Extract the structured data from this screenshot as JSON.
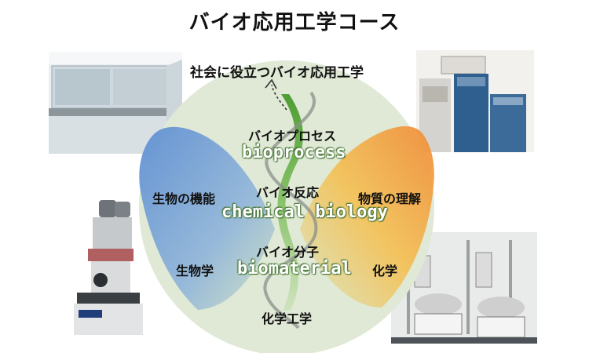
{
  "title": "バイオ応用工学コース",
  "goal": "社会に役立つバイオ応用工学",
  "center": {
    "top_jp": "バイオプロセス",
    "top_en": "bioprocess",
    "mid_jp": "バイオ反応",
    "mid_en": "chemical biology",
    "low_jp": "バイオ分子",
    "low_en": "biomaterial"
  },
  "left": {
    "upper": "生物の機能",
    "lower": "生物学"
  },
  "right": {
    "upper": "物質の理解",
    "lower": "化学"
  },
  "bottom": "化学工学",
  "colors": {
    "circle": "#dfe9d5",
    "left_wing": "#6e9ad6",
    "right_wing": "#f0a24c",
    "stem": "#5aa43a"
  },
  "photos": {
    "top_left": "lab-fume-hoods",
    "top_right": "analytical-instrument",
    "bottom_left": "microscope",
    "bottom_right": "reaction-apparatus"
  }
}
